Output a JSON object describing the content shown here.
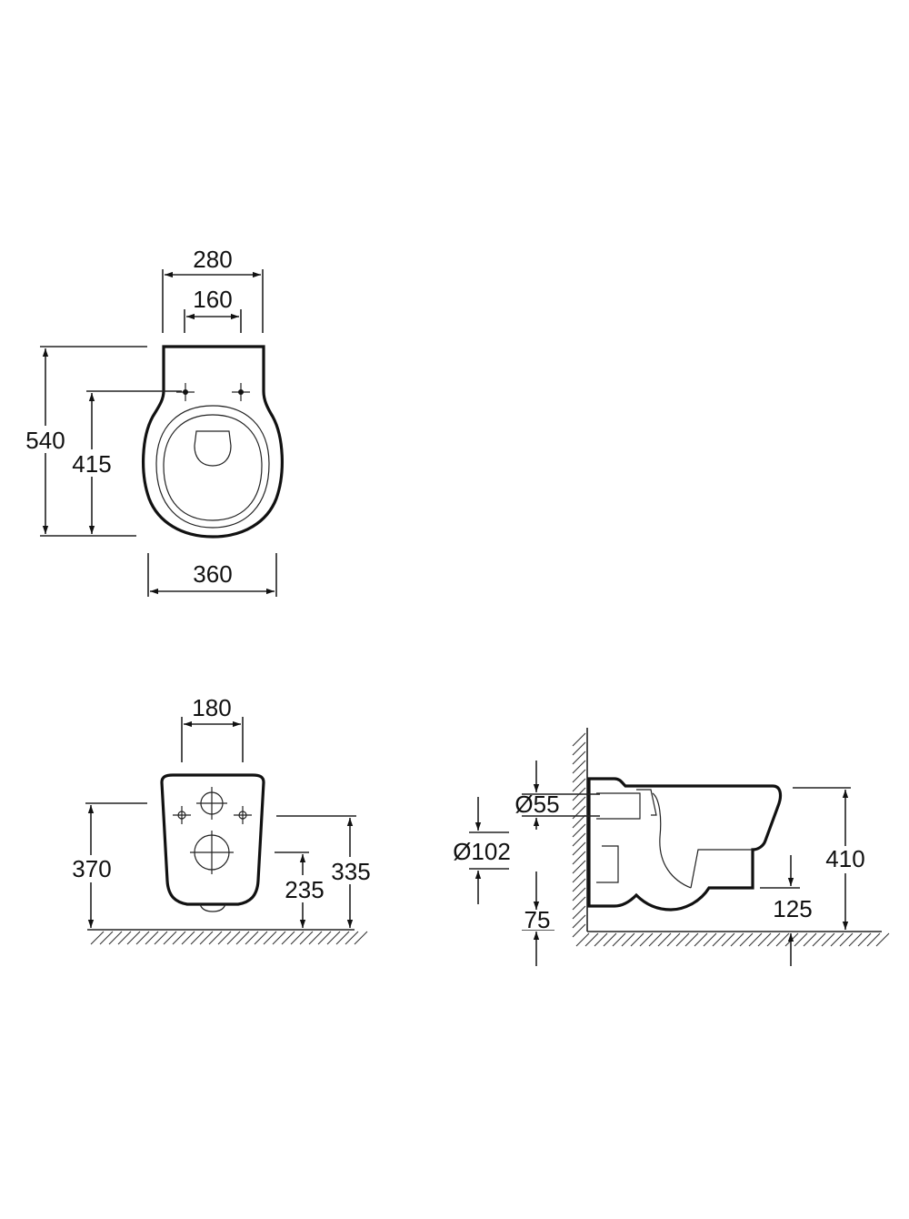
{
  "top_view": {
    "dims": {
      "width_top": "280",
      "bolt_spacing": "160",
      "length": "540",
      "bolt_to_front": "415",
      "width_max": "360"
    }
  },
  "front_view": {
    "dims": {
      "bolt_spacing": "180",
      "bolt_height": "370",
      "outlet_height": "235",
      "top_height": "335"
    }
  },
  "side_view": {
    "dims": {
      "inlet_diameter": "Ø55",
      "outlet_diameter": "Ø102",
      "outlet_offset": "75",
      "height": "410",
      "bottom_clearance": "125"
    }
  },
  "colors": {
    "line": "#111111",
    "background": "#ffffff"
  }
}
